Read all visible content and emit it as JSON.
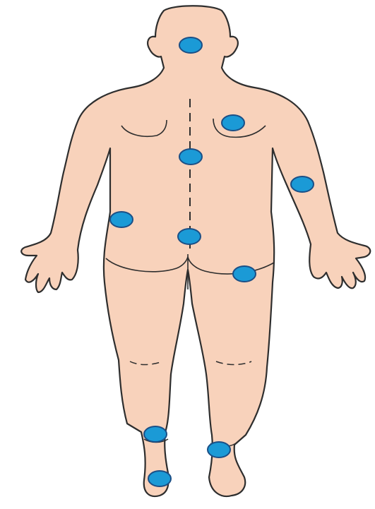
{
  "colors": {
    "skin": "#f8d2bb",
    "outline": "#2e2e2e",
    "marker_fill": "#1b9ad6",
    "marker_stroke": "#1b4f86",
    "background": "#ffffff"
  },
  "figure": {
    "view": "posterior",
    "markers": [
      {
        "id": "neck"
      },
      {
        "id": "right-scapula"
      },
      {
        "id": "mid-spine"
      },
      {
        "id": "left-flank"
      },
      {
        "id": "lower-back"
      },
      {
        "id": "right-elbow"
      },
      {
        "id": "right-buttock"
      },
      {
        "id": "left-ankle"
      },
      {
        "id": "right-ankle"
      },
      {
        "id": "left-heel"
      }
    ]
  }
}
